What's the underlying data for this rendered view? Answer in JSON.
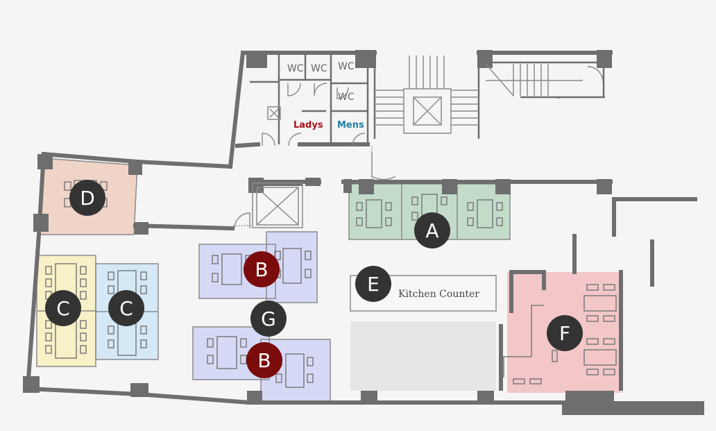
{
  "areas": {
    "A": "A",
    "B1": "B",
    "B2": "B",
    "C1": "C",
    "C2": "C",
    "D": "D",
    "E": "E",
    "F": "F",
    "G": "G"
  },
  "restrooms": {
    "wc1": "WC",
    "wc2": "WC",
    "wc3": "WC",
    "wc4": "WC",
    "ladys": "Ladys",
    "mens": "Mens"
  },
  "kitchen_counter": "Kitchen Counter",
  "colors": {
    "A": "#c3dbc9",
    "B": "#d6d9f6",
    "C_yellow": "#f8f0c6",
    "C_blue": "#d4e8f6",
    "D": "#f0d4c8",
    "F": "#f3c6c8",
    "marker_dark": "#333333",
    "marker_red": "#7a0c0c",
    "ladys": "#a8101a",
    "mens": "#1f7ea3",
    "wall": "#6e6e6e"
  }
}
